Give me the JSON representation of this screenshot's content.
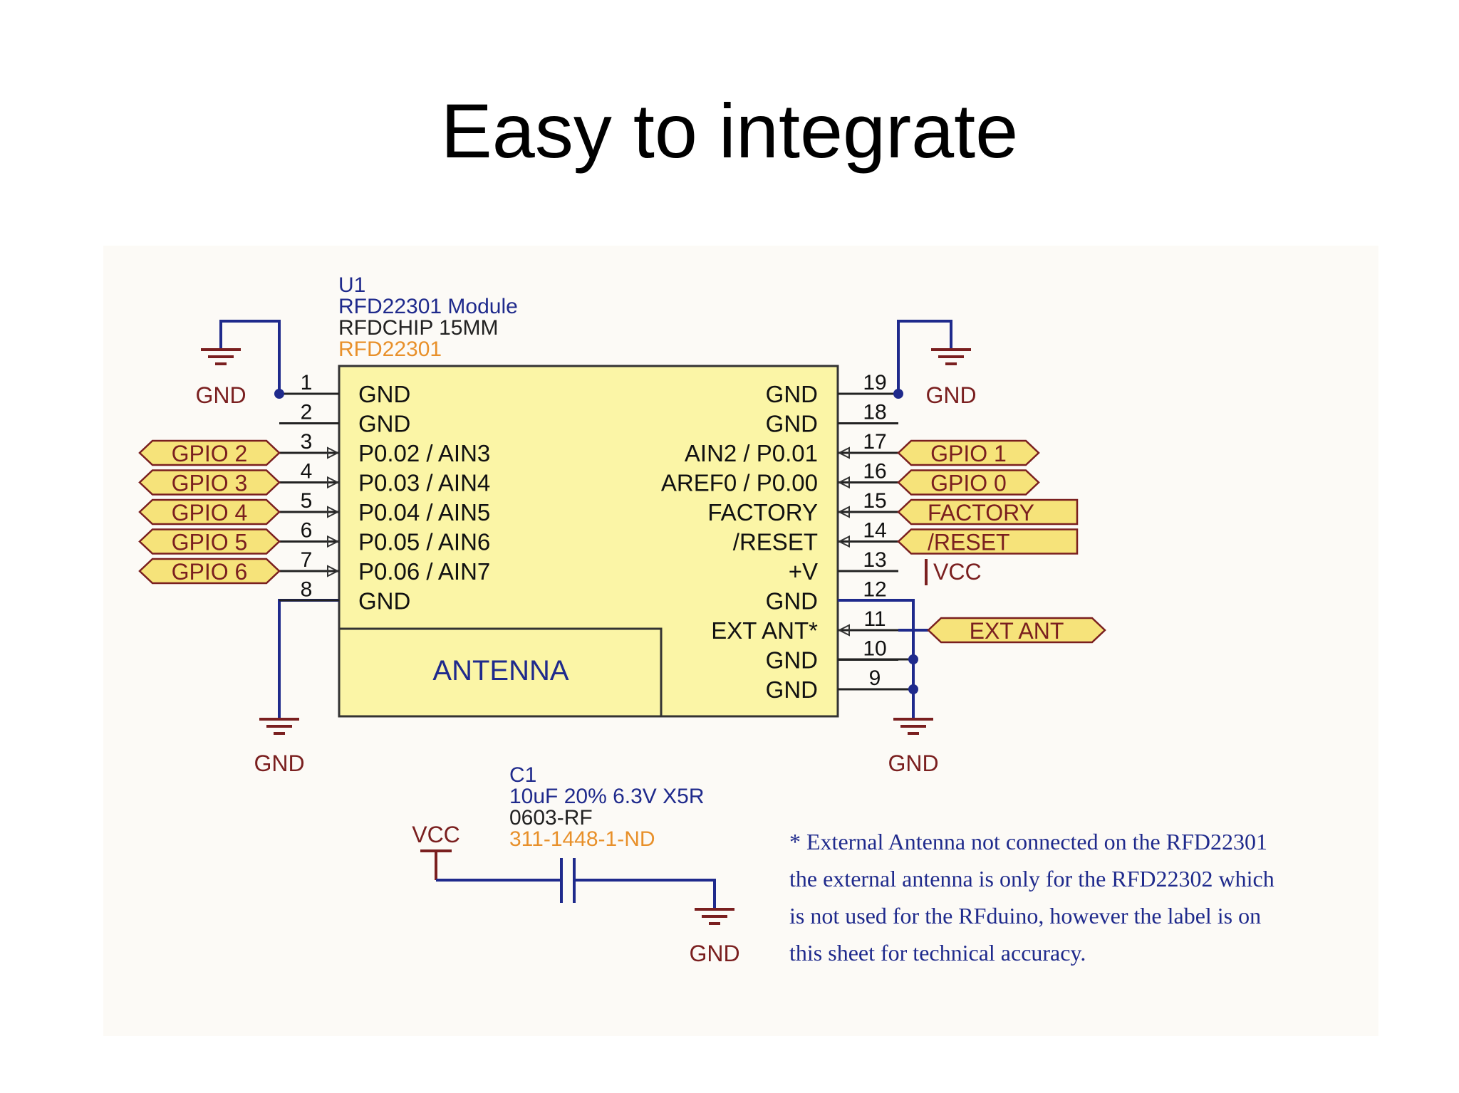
{
  "title": "Easy to integrate",
  "colors": {
    "wire_blue": "#1f2a8c",
    "wire_dark": "#222222",
    "chip_fill": "#fbf5a6",
    "port_fill": "#f6e37a",
    "label_red": "#7a1f1f",
    "label_blue": "#1f2a8c",
    "label_orange": "#e8902a",
    "sheet_bg": "#fcfaf6"
  },
  "component": {
    "designator": "U1",
    "name": "RFD22301 Module",
    "footprint": "RFDCHIP 15MM",
    "part_number": "RFD22301",
    "antenna_label": "ANTENNA"
  },
  "left_pins": [
    {
      "num": "1",
      "name": "GND"
    },
    {
      "num": "2",
      "name": "GND"
    },
    {
      "num": "3",
      "name": "P0.02 / AIN3",
      "port": "GPIO 2"
    },
    {
      "num": "4",
      "name": "P0.03 / AIN4",
      "port": "GPIO 3"
    },
    {
      "num": "5",
      "name": "P0.04 / AIN5",
      "port": "GPIO 4"
    },
    {
      "num": "6",
      "name": "P0.05 / AIN6",
      "port": "GPIO 5"
    },
    {
      "num": "7",
      "name": "P0.06 / AIN7",
      "port": "GPIO 6"
    },
    {
      "num": "8",
      "name": "GND"
    }
  ],
  "right_pins": [
    {
      "num": "19",
      "name": "GND"
    },
    {
      "num": "18",
      "name": "GND"
    },
    {
      "num": "17",
      "name": "AIN2 / P0.01",
      "port": "GPIO 1"
    },
    {
      "num": "16",
      "name": "AREF0 / P0.00",
      "port": "GPIO 0"
    },
    {
      "num": "15",
      "name": "FACTORY",
      "port": "FACTORY"
    },
    {
      "num": "14",
      "name": "/RESET",
      "port": "/RESET"
    },
    {
      "num": "13",
      "name": "+V"
    },
    {
      "num": "12",
      "name": "GND"
    },
    {
      "num": "11",
      "name": "EXT ANT*",
      "port": "EXT ANT"
    },
    {
      "num": "10",
      "name": "GND"
    },
    {
      "num": "9",
      "name": "GND"
    }
  ],
  "power": {
    "gnd": "GND",
    "vcc": "VCC"
  },
  "capacitor": {
    "designator": "C1",
    "value": "10uF 20% 6.3V X5R",
    "footprint": "0603-RF",
    "part_number": "311-1448-1-ND"
  },
  "note": {
    "lines": [
      "* External Antenna not connected on the RFD22301",
      "the external antenna is only for the RFD22302 which",
      "is not used for the RFduino, however the label is on",
      "this sheet for technical accuracy."
    ]
  }
}
